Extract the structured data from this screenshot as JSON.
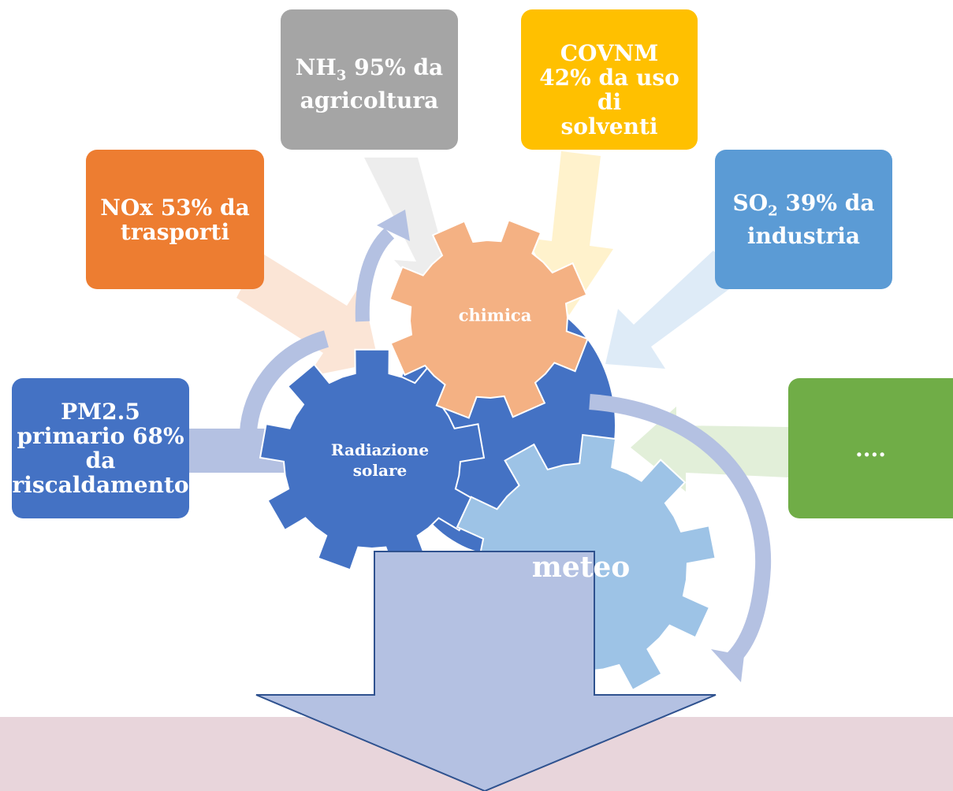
{
  "colors": {
    "orange": "#ed7d31",
    "gray": "#a5a5a5",
    "gold": "#ffc000",
    "sky": "#5b9bd5",
    "blue": "#4472c4",
    "green": "#70ad47",
    "gear_peach": "#f4b183",
    "gear_light": "#9dc3e6",
    "arrow_lavender": "#b4c1e2",
    "band_pink": "#e8d5db"
  },
  "sources": {
    "nox": {
      "line1": "NOx 53% da",
      "line2": "trasporti"
    },
    "nh3": {
      "formula": "NH",
      "sub": "3",
      "line1_rest": " 95% da",
      "line2": "agricoltura"
    },
    "covnm": {
      "line1": "COVNM",
      "line2": "42% da uso di",
      "line3": "solventi"
    },
    "so2": {
      "formula": "SO",
      "sub": "2",
      "line1_rest": " 39% da",
      "line2": "industria"
    },
    "pm25": {
      "line1": "PM2.5",
      "line2": "primario 68%",
      "line3": "da",
      "line4": "riscaldamento"
    },
    "other": {
      "label": "...."
    }
  },
  "gears": {
    "chimica": "chimica",
    "radiazione_line1": "Radiazione",
    "radiazione_line2": "solare",
    "meteo": "meteo"
  }
}
